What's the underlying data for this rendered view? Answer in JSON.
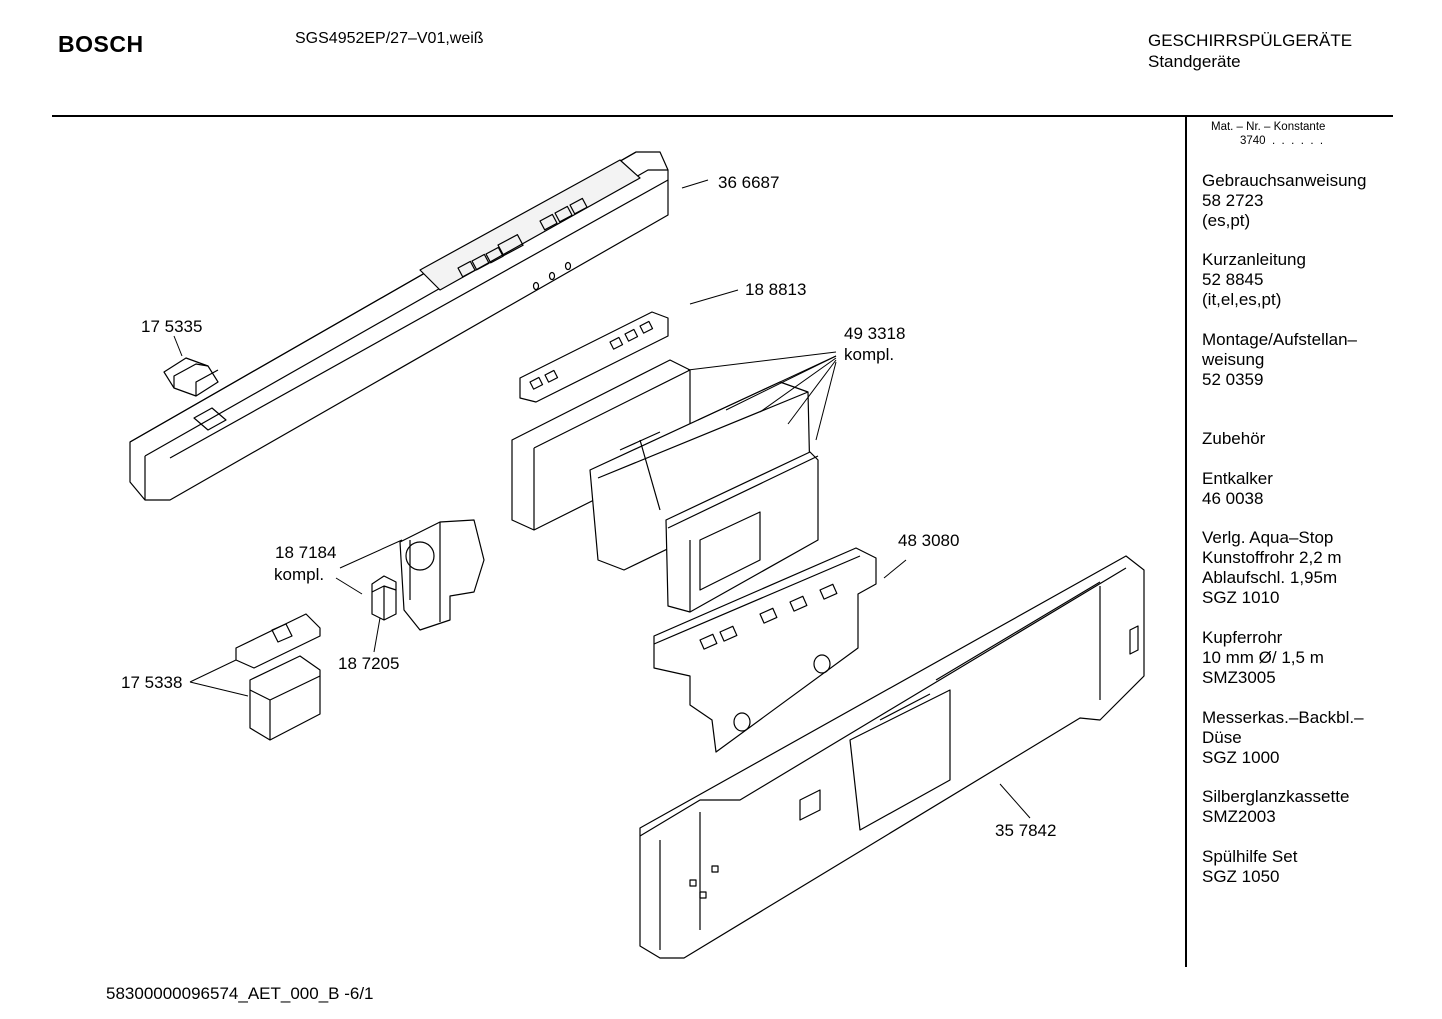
{
  "header": {
    "brand": "BOSCH",
    "model": "SGS4952EP/27–V01,weiß",
    "category": "GESCHIRRSPÜLGERÄTE",
    "subcategory": "Standgeräte"
  },
  "parts": [
    {
      "id": "p1",
      "label": "36 6687"
    },
    {
      "id": "p2",
      "label": "18 8813"
    },
    {
      "id": "p3",
      "label": "17 5335"
    },
    {
      "id": "p4",
      "label": "49 3318",
      "note": "kompl."
    },
    {
      "id": "p5",
      "label": "18 7184",
      "note": "kompl."
    },
    {
      "id": "p6",
      "label": "48 3080"
    },
    {
      "id": "p7",
      "label": "18 7205"
    },
    {
      "id": "p8",
      "label": "17 5338"
    },
    {
      "id": "p9",
      "label": "35 7842"
    }
  ],
  "sidebar": {
    "matnr_heading": "Mat. – Nr. – Konstante",
    "matnr_value": "3740  .  .  .  .  .  .",
    "items": [
      {
        "lines": [
          "Gebrauchsanweisung",
          "58 2723",
          "(es,pt)"
        ]
      },
      {
        "lines": [
          "Kurzanleitung",
          "52 8845",
          "(it,el,es,pt)"
        ]
      },
      {
        "lines": [
          "Montage/Aufstellan–",
          "weisung",
          "52 0359"
        ]
      },
      {
        "lines": [
          "Zubehör"
        ]
      },
      {
        "lines": [
          "Entkalker",
          "46 0038"
        ]
      },
      {
        "lines": [
          "Verlg. Aqua–Stop",
          "Kunstoffrohr 2,2 m",
          "Ablaufschl. 1,95m",
          "SGZ 1010"
        ]
      },
      {
        "lines": [
          "Kupferrohr",
          "10 mm Ø/ 1,5 m",
          "SMZ3005"
        ]
      },
      {
        "lines": [
          "Messerkas.–Backbl.–",
          "Düse",
          "SGZ 1000"
        ]
      },
      {
        "lines": [
          "Silberglanzkassette",
          "SMZ2003"
        ]
      },
      {
        "lines": [
          "Spülhilfe Set",
          "SGZ 1050"
        ]
      }
    ]
  },
  "footer": {
    "doc_id": "58300000096574_AET_000_B -6/1"
  }
}
